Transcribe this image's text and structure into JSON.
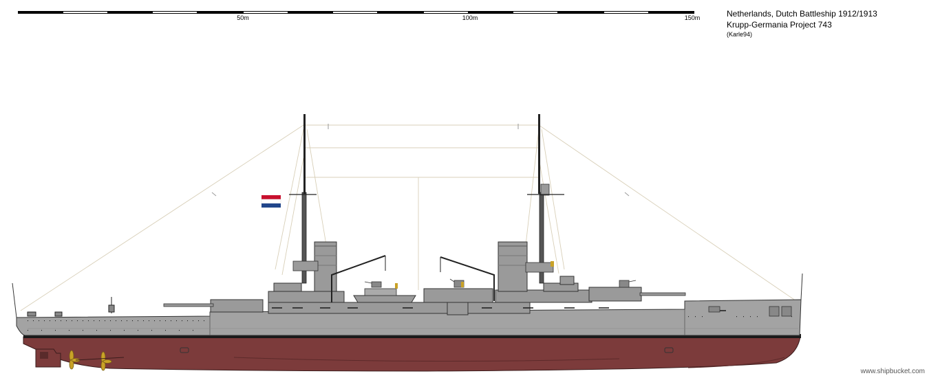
{
  "scale_bar": {
    "labels": [
      "50m",
      "100m",
      "150m"
    ]
  },
  "title": {
    "line1": "Netherlands, Dutch Battleship 1912/1913",
    "line2": "Krupp-Germania Project 743",
    "author": "(Karle94)"
  },
  "watermark": "www.shipbucket.com",
  "colors": {
    "hull_grey": "#a3a3a3",
    "superstructure_grey": "#9a9a9a",
    "antifouling_red": "#7c3b3b",
    "boot_top": "#1a1a1a",
    "flag_red": "#c8102e",
    "flag_white": "#ffffff",
    "flag_blue": "#21468b",
    "brass": "#c9a227"
  },
  "icons": {
    "flag": "dutch-flag-icon",
    "propeller": "propeller-icon"
  }
}
